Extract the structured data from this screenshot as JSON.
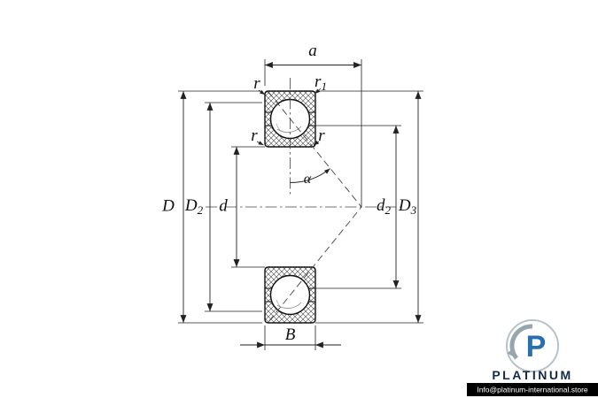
{
  "diagram": {
    "type": "technical-drawing",
    "subject": "Angular contact ball bearing cross-section with dimension symbols",
    "labels": {
      "a": "a",
      "r_outer_left": "r",
      "r1_base": "r",
      "r1_sub": "1",
      "r_inner_left": "r",
      "r_inner_right": "r",
      "alpha": "α",
      "D": "D",
      "D2_base": "D",
      "D2_sub": "2",
      "d": "d",
      "d2_base": "d",
      "d2_sub": "2",
      "D3_base": "D",
      "D3_sub": "3",
      "B": "B"
    },
    "colors": {
      "line": "#1a1a1a",
      "background": "#ffffff"
    }
  },
  "watermark": {
    "brand_display": "PLATINUM",
    "logo_letter": "P",
    "url": "Info@platinum-international.store",
    "colors": {
      "brand_navy": "#16284a",
      "logo_blue": "#2a6fad",
      "logo_gray": "#97a5ae",
      "bar_bg": "#000000",
      "bar_text": "#ffffff"
    }
  }
}
